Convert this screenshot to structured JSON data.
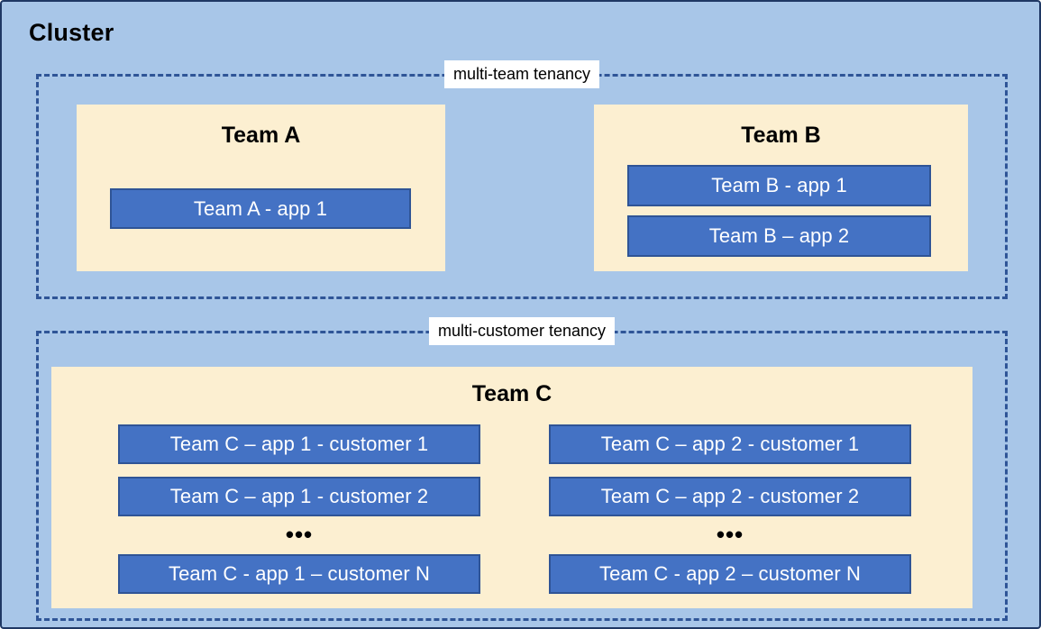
{
  "diagram": {
    "title": "Cluster",
    "colors": {
      "canvas_background": "#A8C6E8",
      "canvas_border": "#1F3864",
      "team_box_fill": "#FCEFD1",
      "app_box_fill": "#4472C4",
      "app_box_border": "#2F5496",
      "dashed_group_border": "#2F5597",
      "label_background": "#FFFFFF",
      "app_text": "#FFFFFF",
      "heading_text": "#000000"
    },
    "groups": [
      {
        "id": "multi-team",
        "label": "multi-team tenancy",
        "teams": [
          {
            "id": "team-a",
            "title": "Team A",
            "apps": [
              {
                "id": "app-a1",
                "label": "Team A - app 1"
              }
            ]
          },
          {
            "id": "team-b",
            "title": "Team B",
            "apps": [
              {
                "id": "app-b1",
                "label": "Team B - app 1"
              },
              {
                "id": "app-b2",
                "label": "Team B – app 2"
              }
            ]
          }
        ]
      },
      {
        "id": "multi-customer",
        "label": "multi-customer tenancy",
        "teams": [
          {
            "id": "team-c",
            "title": "Team C",
            "columns": [
              {
                "id": "team-c-app-1",
                "apps": [
                  {
                    "id": "app-c1-cust1",
                    "label": "Team C – app 1 - customer 1"
                  },
                  {
                    "id": "app-c1-cust2",
                    "label": "Team C – app 1 - customer 2"
                  }
                ],
                "ellipsis": "•••",
                "last_app": {
                  "id": "app-c1-custN",
                  "label": "Team C - app 1 – customer N"
                }
              },
              {
                "id": "team-c-app-2",
                "apps": [
                  {
                    "id": "app-c2-cust1",
                    "label": "Team C – app 2 - customer 1"
                  },
                  {
                    "id": "app-c2-cust2",
                    "label": "Team C – app 2 - customer 2"
                  }
                ],
                "ellipsis": "•••",
                "last_app": {
                  "id": "app-c2-custN",
                  "label": "Team C - app 2 – customer N"
                }
              }
            ]
          }
        ]
      }
    ]
  }
}
